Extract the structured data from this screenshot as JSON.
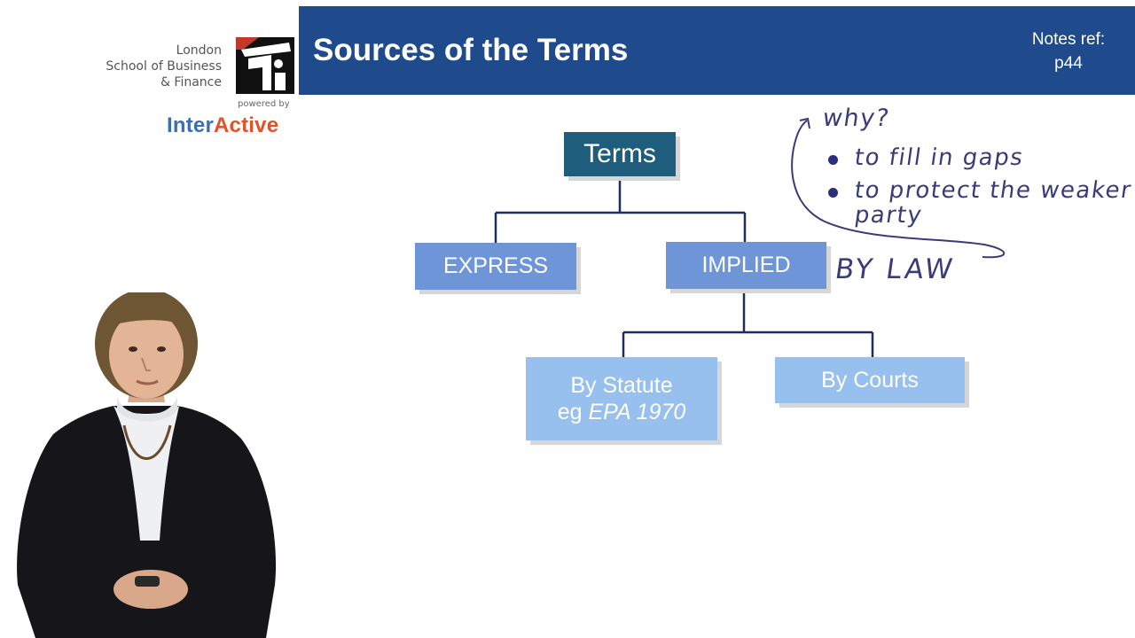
{
  "logo": {
    "line1": "London",
    "line2": "School of Business",
    "line3": "& Finance",
    "powered_by": "powered by",
    "brand_part1": "Inter",
    "brand_part2": "Active",
    "brand_color_blue": "#3b6fb5",
    "brand_color_orange": "#e1522a"
  },
  "header": {
    "title": "Sources of the Terms",
    "notes_ref_line1": "Notes ref:",
    "notes_ref_line2": "p44",
    "bar_color": "#1f4a8c"
  },
  "diagram": {
    "root": "Terms",
    "express": "EXPRESS",
    "implied": "IMPLIED",
    "by_statute": "By Statute",
    "by_statute_eg": "eg",
    "by_statute_example": "EPA 1970",
    "by_courts": "By Courts"
  },
  "annotations": {
    "why": "why?",
    "point1": "to fill in gaps",
    "point2a": "to protect the weaker",
    "point2b": "party",
    "by_law": "BY LAW",
    "ink_color": "#3a3b78"
  }
}
